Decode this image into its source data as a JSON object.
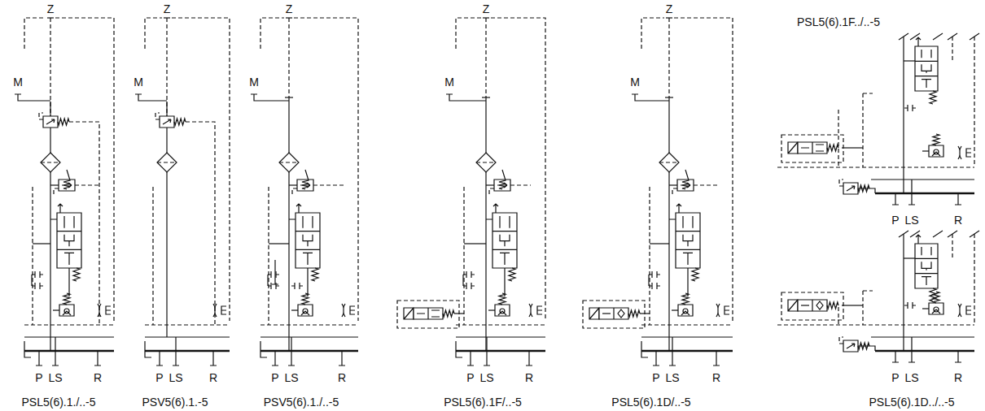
{
  "diagram": {
    "labels": [
      "Z",
      "M",
      "P",
      "LS",
      "R",
      "PSL5(6).1./..-5",
      "Z",
      "M",
      "P",
      "LS",
      "R",
      "PSV5(6).1.-5",
      "Z",
      "M",
      "P",
      "LS",
      "R",
      "PSV5(6).1./..-5",
      "Z",
      "M",
      "P",
      "LS",
      "R",
      "PSL5(6).1F/..-5",
      "Z",
      "M",
      "P",
      "LS",
      "R",
      "PSL5(6).1D/..-5",
      "PSL5(6).1F../..-5",
      "P",
      "LS",
      "R",
      "P",
      "LS",
      "R",
      "PSL5(6).1D../..-5"
    ]
  }
}
